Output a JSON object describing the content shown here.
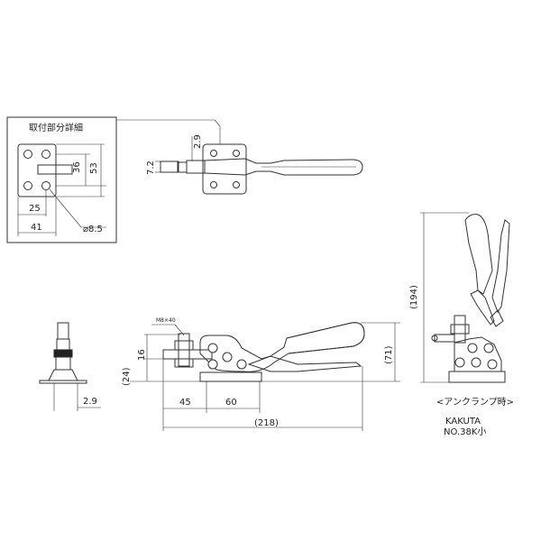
{
  "detail": {
    "title": "取付部分詳細",
    "dim_36": "36",
    "dim_53": "53",
    "dim_25": "25",
    "dim_41": "41",
    "hole_dia": "⌀8.5"
  },
  "top_view": {
    "dim_2_9": "2.9",
    "dim_7_2": "7.2"
  },
  "side_view": {
    "thread": "M8×40",
    "dim_16": "16",
    "dim_24": "(24)",
    "dim_45": "45",
    "dim_60": "60",
    "dim_218": "(218)",
    "dim_71": "(71)"
  },
  "left_view": {
    "dim_2_9": "2.9"
  },
  "unclamp_view": {
    "dim_194": "(194)",
    "caption": "<アンクランプ時>"
  },
  "brand": {
    "maker": "KAKUTA",
    "model": "NO.38K小"
  }
}
